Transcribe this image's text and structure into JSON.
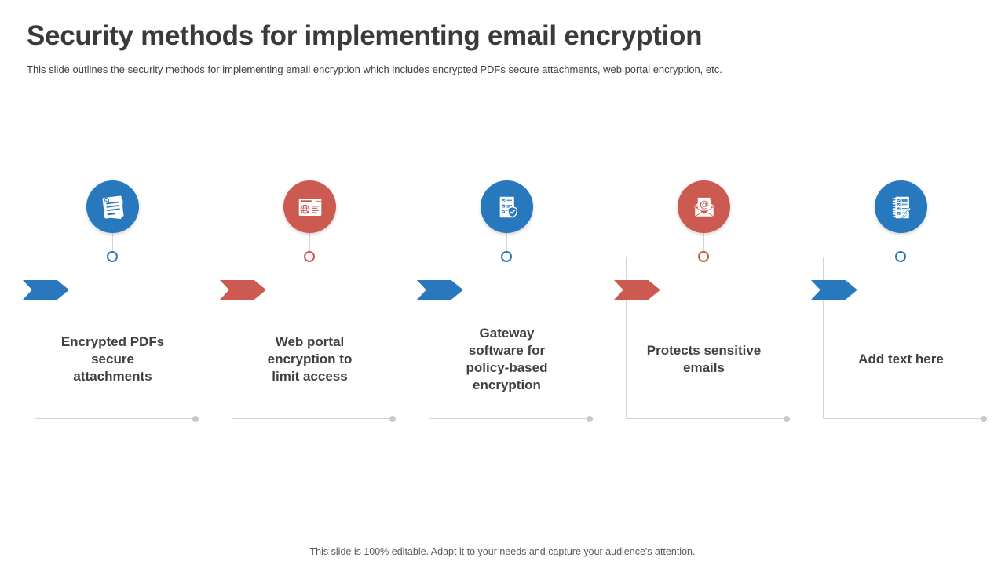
{
  "slide": {
    "title": "Security methods for implementing email encryption",
    "subtitle": "This slide outlines the security methods for implementing email encryption which includes encrypted PDFs secure attachments, web portal encryption, etc.",
    "footer": "This slide is 100% editable. Adapt it to your needs and capture your audience's attention."
  },
  "colors": {
    "blue": "#2878BE",
    "red": "#CC5A50",
    "line_gray": "#D2D5D7",
    "dot_gray": "#C9C9C9",
    "label_text": "#404040",
    "title_text": "#3A3A3A"
  },
  "items": [
    {
      "label": "Encrypted PDFs\nsecure\nattachments",
      "color": "blue",
      "icon": "paperclip-document-icon"
    },
    {
      "label": "Web portal\nencryption to\nlimit access",
      "color": "red",
      "icon": "web-portal-globe-icon"
    },
    {
      "label": "Gateway\nsoftware for\npolicy-based\nencryption",
      "color": "blue",
      "icon": "checklist-shield-icon"
    },
    {
      "label": "Protects sensitive\nemails",
      "color": "red",
      "icon": "email-at-envelope-icon"
    },
    {
      "label": "Add text here",
      "color": "blue",
      "icon": "notepad-pen-icon"
    }
  ]
}
